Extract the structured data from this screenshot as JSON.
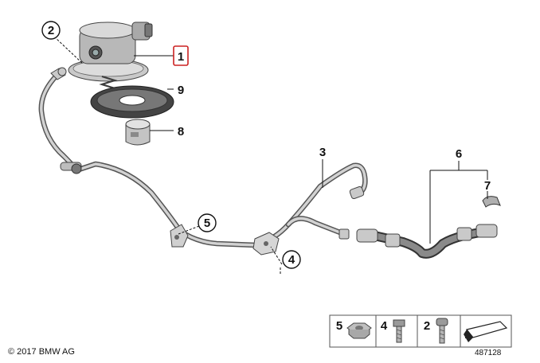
{
  "callouts": {
    "c1": "1",
    "c2": "2",
    "c3": "3",
    "c4": "4",
    "c5": "5",
    "c6": "6",
    "c7": "7",
    "c8": "8",
    "c9": "9"
  },
  "legend": {
    "items": [
      {
        "number": "5",
        "part": "nut"
      },
      {
        "number": "4",
        "part": "hex-bolt"
      },
      {
        "number": "2",
        "part": "torx-bolt"
      }
    ]
  },
  "footer": {
    "copyright": "© 2017 BMW AG",
    "diagram_id": "487128"
  },
  "colors": {
    "highlight": "#cc2222",
    "line": "#111111",
    "metal": "#c9c9c9"
  }
}
